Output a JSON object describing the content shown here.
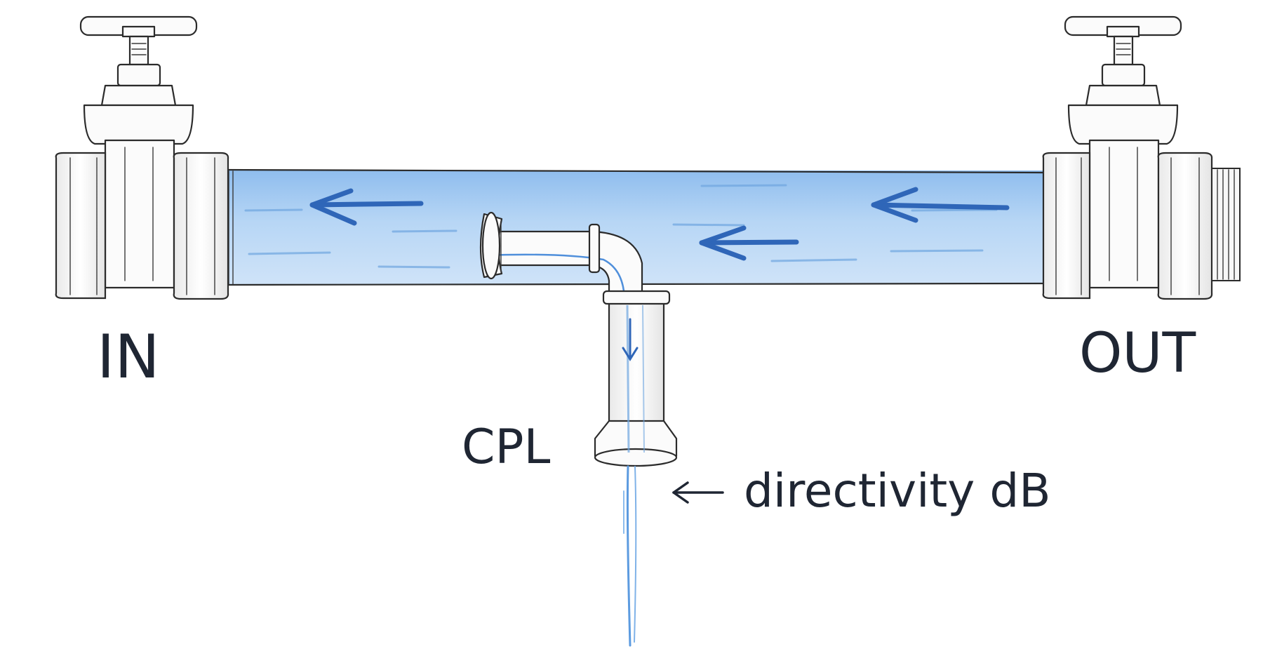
{
  "labels": {
    "inlet": "IN",
    "outlet": "OUT",
    "coupled": "CPL",
    "annotation": "directivity dB"
  },
  "colors": {
    "water": "#a9cdf2",
    "water_deep": "#7fb2e8",
    "arrow": "#2f66b8",
    "ink": "#2b2b2b",
    "text": "#1f2633"
  },
  "icons": {
    "inlet_valve": "gate-valve-icon",
    "outlet_valve": "gate-valve-icon",
    "coupler": "elbow-pipe-icon",
    "annotation_pointer": "arrow-left-icon"
  }
}
